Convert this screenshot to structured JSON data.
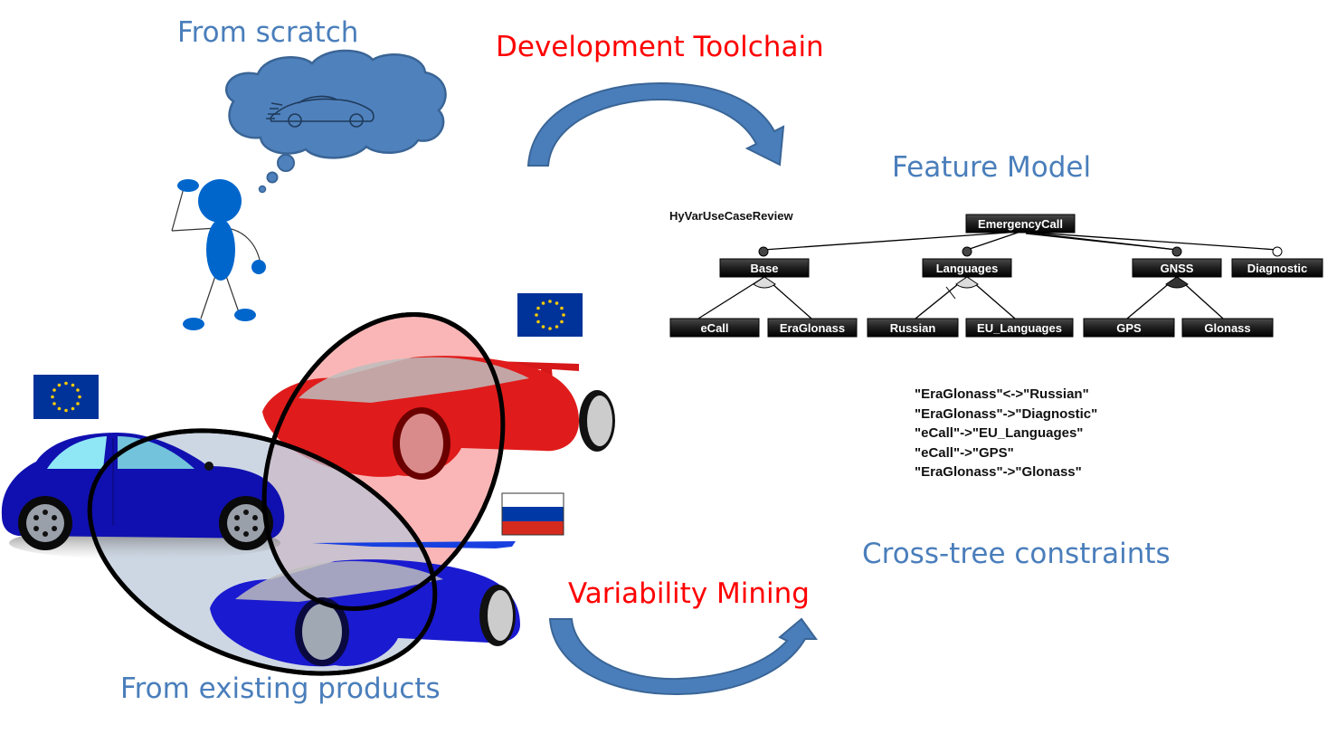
{
  "labels": {
    "from_scratch": "From scratch",
    "development_toolchain": "Development Toolchain",
    "feature_model": "Feature Model",
    "cross_tree_constraints": "Cross-tree constraints",
    "variability_mining": "Variability Mining",
    "from_existing_products": "From existing products"
  },
  "colors": {
    "label_blue": "#4a7ebb",
    "label_red": "#ff0000",
    "arrow_blue": "#4a7ebb",
    "cloud_blue": "#4f81bd",
    "stick_figure_blue": "#0066cc",
    "eu_flag_blue": "#003399",
    "eu_flag_stars": "#ffcc00",
    "node_dark": "#1c1c1c"
  },
  "feature_model": {
    "title": "HyVarUseCaseReview",
    "root": "EmergencyCall",
    "children": [
      {
        "name": "Base",
        "type": "mandatory",
        "group": "or",
        "children": [
          "eCall",
          "EraGlonass"
        ]
      },
      {
        "name": "Languages",
        "type": "mandatory",
        "group": "or",
        "children": [
          "Russian",
          "EU_Languages"
        ]
      },
      {
        "name": "GNSS",
        "type": "mandatory",
        "group": "alternative",
        "children": [
          "GPS",
          "Glonass"
        ]
      },
      {
        "name": "Diagnostic",
        "type": "optional",
        "group": null,
        "children": []
      }
    ]
  },
  "constraints": [
    "\"EraGlonass\"<->\"Russian\"",
    "\"EraGlonass\"->\"Diagnostic\"",
    "\"eCall\"->\"EU_Languages\"",
    "\"eCall\"->\"GPS\"",
    "\"EraGlonass\"->\"Glonass\""
  ],
  "products": [
    {
      "name": "blue-compact-car",
      "flag": "EU"
    },
    {
      "name": "red-concept-car",
      "flag": "EU"
    },
    {
      "name": "blue-concept-car",
      "flag": "Russia"
    }
  ]
}
